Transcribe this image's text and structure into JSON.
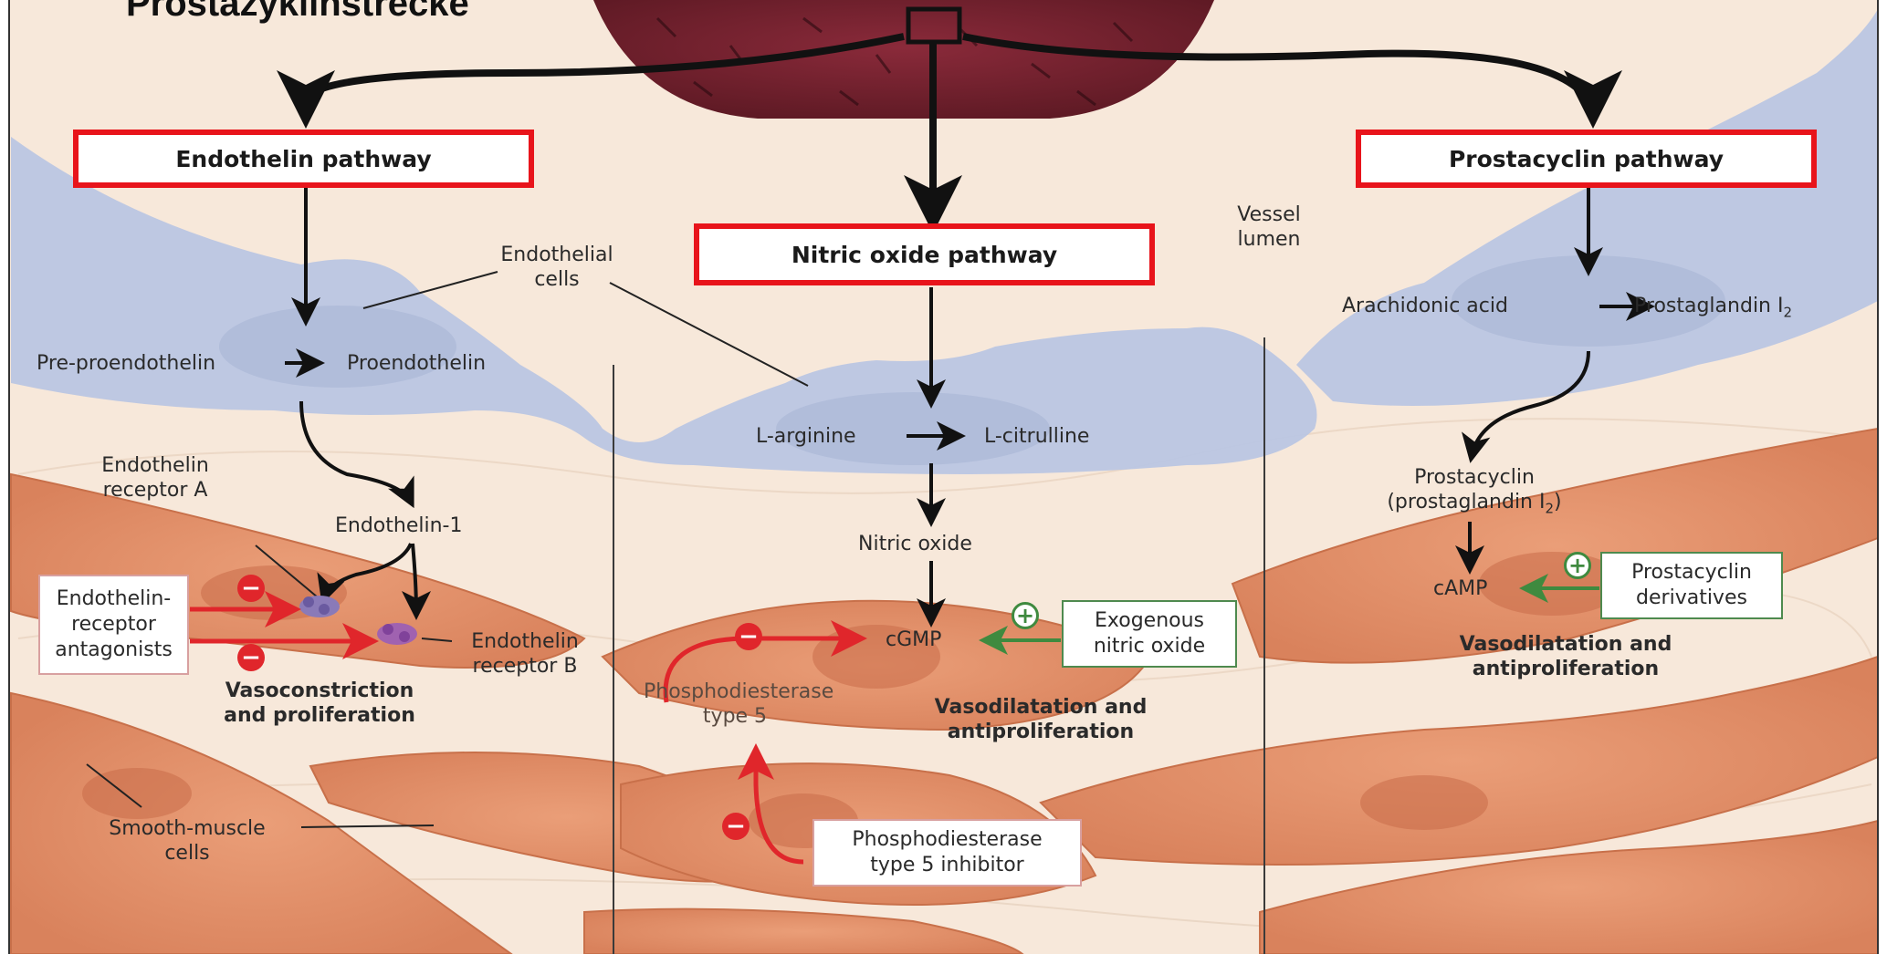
{
  "caption": "Prostazyklinstrecke",
  "pathways": {
    "endothelin": "Endothelin pathway",
    "nitric_oxide": "Nitric oxide pathway",
    "prostacyclin": "Prostacyclin pathway"
  },
  "labels": {
    "vessel_lumen": [
      "Vessel",
      "lumen"
    ],
    "endothelial_cells": [
      "Endothelial",
      "cells"
    ],
    "pre_proendothelin": "Pre-proendothelin",
    "proendothelin": "Proendothelin",
    "endothelin_receptor_a": [
      "Endothelin",
      "receptor A"
    ],
    "endothelin_1": "Endothelin-1",
    "endothelin_receptor_b": [
      "Endothelin",
      "receptor B"
    ],
    "vasoconstriction": [
      "Vasoconstriction",
      "and proliferation"
    ],
    "smooth_muscle": [
      "Smooth-muscle",
      "cells"
    ],
    "l_arginine": "L-arginine",
    "l_citrulline": "L-citrulline",
    "nitric_oxide": "Nitric oxide",
    "cgmp": "cGMP",
    "pde5": [
      "Phosphodiesterase",
      "type 5"
    ],
    "no_vasodilatation": [
      "Vasodilatation and",
      "antiproliferation"
    ],
    "arachidonic_acid": "Arachidonic acid",
    "prostaglandin_i2": "Prostaglandin I",
    "prostaglandin_sub": "2",
    "prostacyclin": [
      "Prostacyclin",
      "(prostaglandin I",
      "2",
      ")"
    ],
    "camp": "cAMP",
    "pc_vasodilatation": [
      "Vasodilatation and",
      "antiproliferation"
    ]
  },
  "drug_boxes": {
    "era": [
      "Endothelin-",
      "receptor",
      "antagonists"
    ],
    "exogenous_no": [
      "Exogenous",
      "nitric oxide"
    ],
    "pde5_inhibitor": [
      "Phosphodiesterase",
      "type 5 inhibitor"
    ],
    "prostacyclin_derivatives": [
      "Prostacyclin",
      "derivatives"
    ]
  },
  "signs": {
    "minus": "−",
    "plus": "+"
  },
  "colors": {
    "pathway_border": "#e8141b",
    "inhibit": "#e0262b",
    "stimulate": "#3f8a3f",
    "endothelium": "#b9c6e2",
    "smooth_muscle": "#e0956f",
    "background": "#f6e6d6"
  }
}
